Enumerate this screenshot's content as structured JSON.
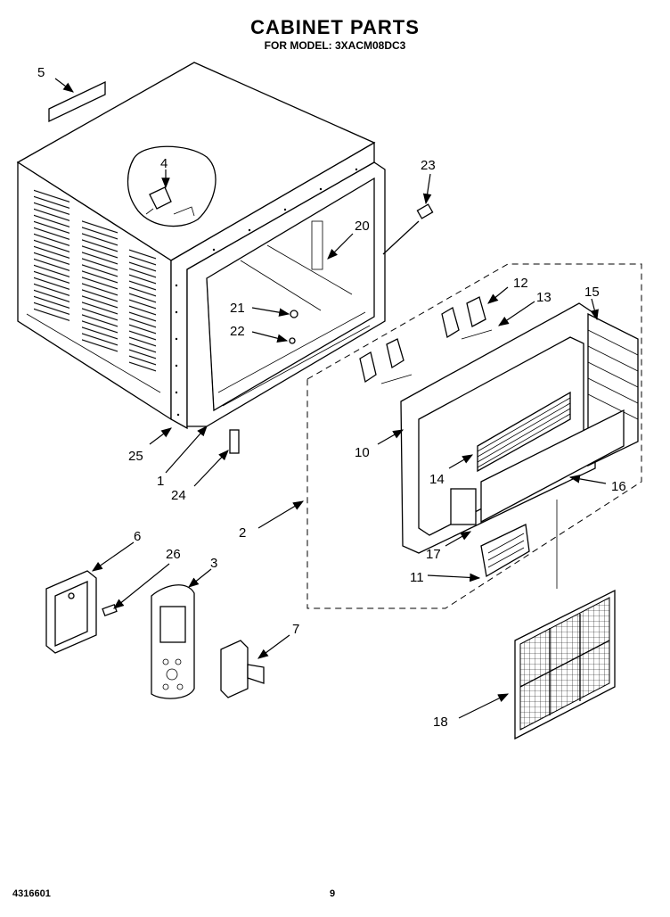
{
  "header": {
    "title": "CABINET PARTS",
    "subtitle": "FOR MODEL: 3XACM08DC3"
  },
  "footer": {
    "doc_number": "4316601",
    "page_number": "9"
  },
  "callouts": {
    "c1": "1",
    "c2": "2",
    "c3": "3",
    "c4": "4",
    "c5": "5",
    "c6": "6",
    "c7": "7",
    "c10": "10",
    "c11": "11",
    "c12": "12",
    "c13": "13",
    "c14": "14",
    "c15": "15",
    "c16": "16",
    "c17": "17",
    "c18": "18",
    "c20": "20",
    "c21": "21",
    "c22": "22",
    "c23": "23",
    "c24": "24",
    "c25": "25",
    "c26": "26"
  }
}
